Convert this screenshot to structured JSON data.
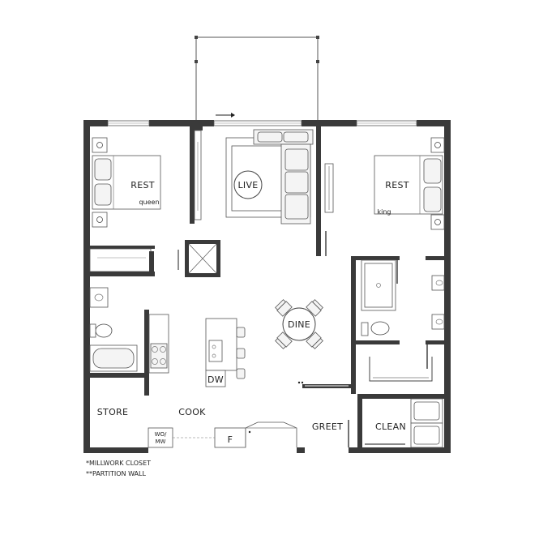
{
  "rooms": {
    "rest_left": "REST",
    "rest_left_bed": "queen",
    "rest_right": "REST",
    "rest_right_bed": "king",
    "live": "LIVE",
    "dine": "DINE",
    "cook": "COOK",
    "store": "STORE",
    "greet": "GREET",
    "clean": "CLEAN"
  },
  "appliances": {
    "dishwasher": "DW",
    "fridge": "F",
    "wo_mw_line1": "WO/",
    "wo_mw_line2": "MW"
  },
  "notes": {
    "millwork": "*MILLWORK CLOSET",
    "partition": "**PARTITION WALL"
  }
}
